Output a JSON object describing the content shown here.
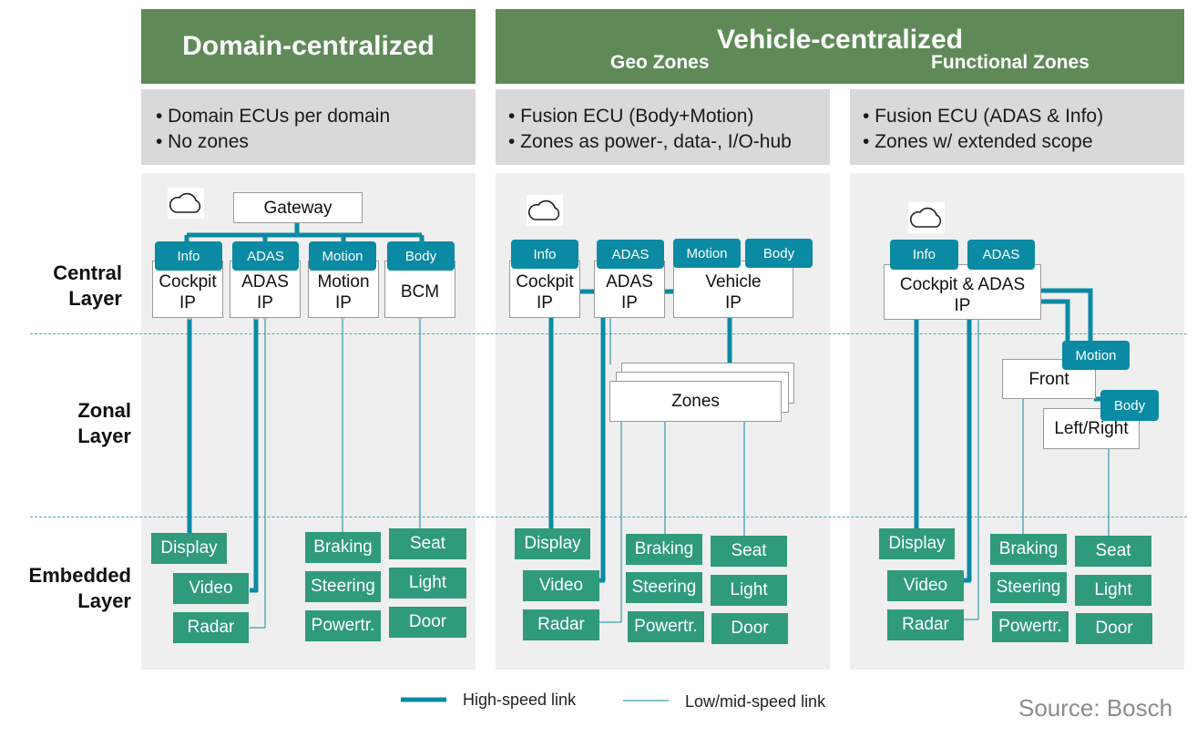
{
  "headers": {
    "domain": "Domain-centralized",
    "vehicle": "Vehicle-centralized",
    "geo": "Geo Zones",
    "functional": "Functional Zones"
  },
  "descriptions": {
    "domain": [
      "• Domain ECUs per domain",
      "• No zones"
    ],
    "geo": [
      "• Fusion ECU (Body+Motion)",
      "• Zones as power-, data-, I/O-hub"
    ],
    "functional": [
      "• Fusion ECU (ADAS & Info)",
      "• Zones w/ extended scope"
    ]
  },
  "layers": {
    "central": [
      "Central",
      "Layer"
    ],
    "zonal": [
      "Zonal",
      "Layer"
    ],
    "embedded": [
      "Embedded",
      "Layer"
    ]
  },
  "tags": {
    "info": "Info",
    "adas": "ADAS",
    "motion": "Motion",
    "body": "Body"
  },
  "ecus": {
    "gateway": "Gateway",
    "cockpit": [
      "Cockpit",
      "IP"
    ],
    "adas": [
      "ADAS",
      "IP"
    ],
    "motion": [
      "Motion",
      "IP"
    ],
    "bcm": "BCM",
    "vehicle": [
      "Vehicle",
      "IP"
    ],
    "cockpit_adas": [
      "Cockpit & ADAS",
      "IP"
    ],
    "zones": "Zones",
    "front": "Front",
    "left_right": "Left/Right"
  },
  "embedded": {
    "display": "Display",
    "video": "Video",
    "radar": "Radar",
    "braking": "Braking",
    "steering": "Steering",
    "powertr": "Powertr.",
    "seat": "Seat",
    "light": "Light",
    "door": "Door"
  },
  "legend": {
    "high": "High-speed link",
    "low": "Low/mid-speed link"
  },
  "source": "Source:  Bosch",
  "colors": {
    "header_green": "#5f8a58",
    "link_teal": "#0b8aa3",
    "embedded_green": "#2f9a7c",
    "description_gray": "#d9d9d9",
    "panel_gray": "#efefef"
  }
}
